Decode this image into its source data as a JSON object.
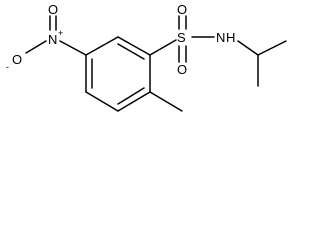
{
  "molecule": {
    "atoms": {
      "nitro_n": "N",
      "nitro_o_top": "O",
      "nitro_o_left": "O",
      "nitro_n_charge": "+",
      "nitro_o_charge": "-",
      "sulfur": "S",
      "sulfonyl_o_top": "O",
      "sulfonyl_o_bottom": "O",
      "amide_n": "N",
      "amide_h": "H"
    }
  }
}
